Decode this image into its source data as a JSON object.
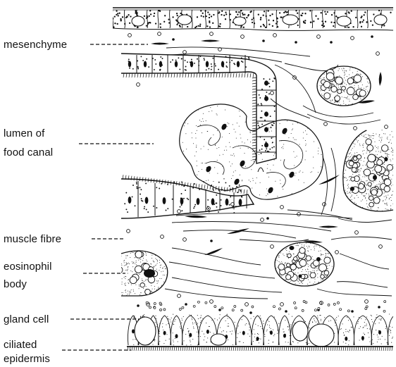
{
  "labels": {
    "mesenchyme": "mesenchyme",
    "lumen_line1": "lumen of",
    "lumen_line2": "food canal",
    "muscle_fibre": "muscle fibre",
    "eosinophil_line1": "eosinophil",
    "eosinophil_line2": "body",
    "gland_cell": "gland cell",
    "epidermis_line1": "ciliated",
    "epidermis_line2": "epidermis"
  },
  "colors": {
    "ink": "#111111",
    "background": "#ffffff"
  }
}
